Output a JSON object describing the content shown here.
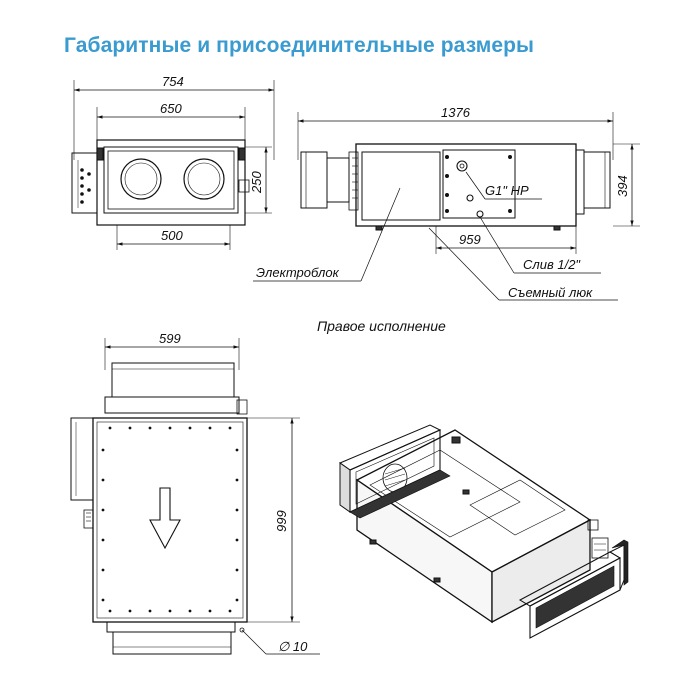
{
  "title": "Габаритные и присоединительные размеры",
  "front_view": {
    "dim_overall_width": "754",
    "dim_body_width": "650",
    "dim_height": "250",
    "dim_flange_spacing": "500"
  },
  "side_view": {
    "dim_length": "1376",
    "dim_height": "394",
    "dim_section": "959",
    "label_connection": "G1\" HP",
    "label_drain": "Слив 1/2\"",
    "label_electric_block": "Электроблок",
    "label_removable_hatch": "Съемный люк"
  },
  "variant_caption": "Правое исполнение",
  "top_view": {
    "dim_width": "599",
    "dim_length": "999",
    "dim_diameter": "∅ 10"
  }
}
